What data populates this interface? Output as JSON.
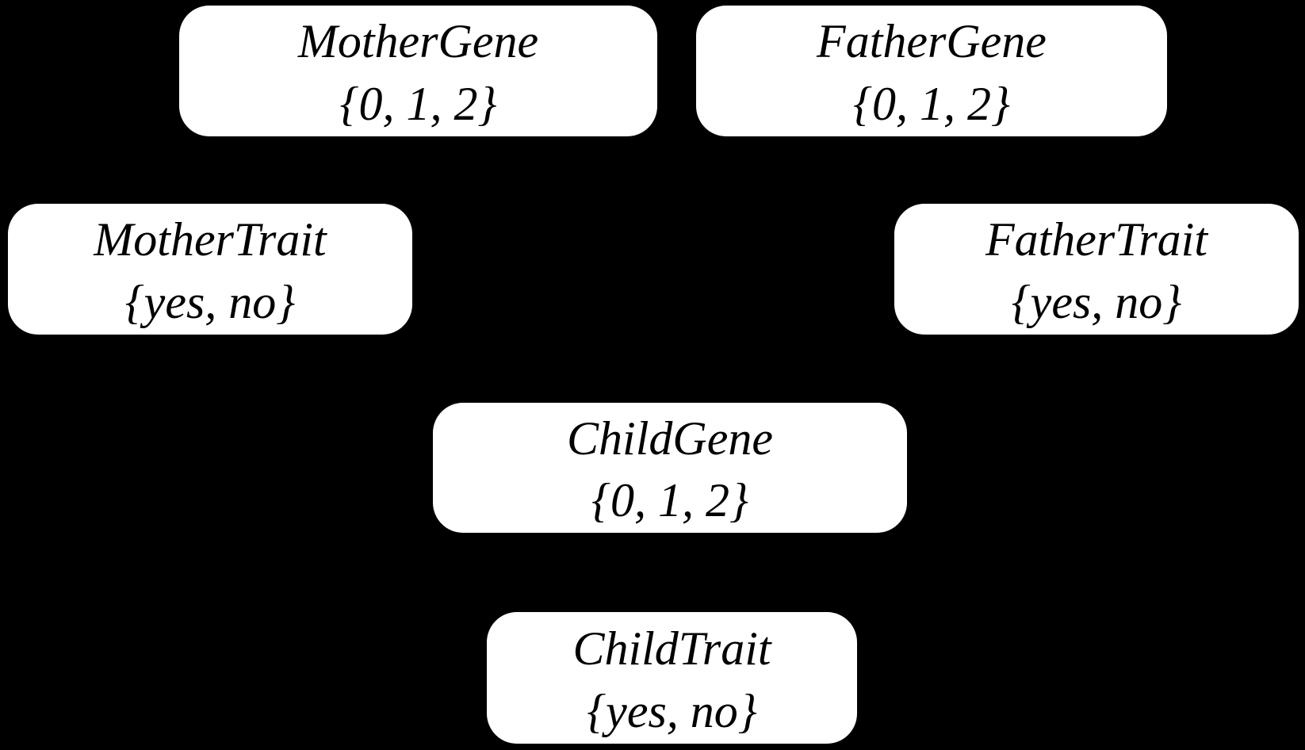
{
  "diagram": {
    "type": "bayesian-network",
    "background_color": "#000000",
    "node_fill_color": "#ffffff",
    "node_text_color": "#000000",
    "edges_visible": false,
    "nodes": [
      {
        "id": "mother-gene",
        "label": "MotherGene",
        "values": "{0, 1, 2}"
      },
      {
        "id": "father-gene",
        "label": "FatherGene",
        "values": "{0, 1, 2}"
      },
      {
        "id": "mother-trait",
        "label": "MotherTrait",
        "values": "{yes, no}"
      },
      {
        "id": "father-trait",
        "label": "FatherTrait",
        "values": "{yes, no}"
      },
      {
        "id": "child-gene",
        "label": "ChildGene",
        "values": "{0, 1, 2}"
      },
      {
        "id": "child-trait",
        "label": "ChildTrait",
        "values": "{yes, no}"
      }
    ]
  }
}
